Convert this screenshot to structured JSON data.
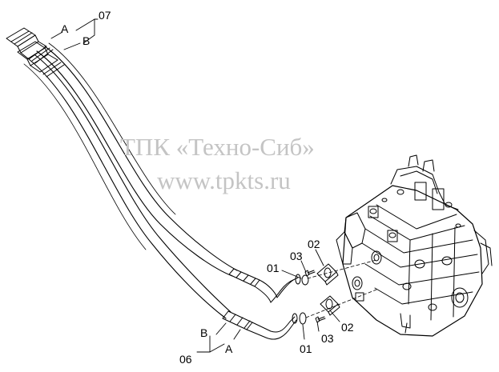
{
  "watermark": {
    "line1": "ТПК «Техно-Сиб»",
    "line2": "www.tpkts.ru"
  },
  "labels": {
    "hose_upper_a": "A",
    "hose_upper_b": "B",
    "hose_upper_group": "07",
    "hose_lower_b": "B",
    "hose_lower_a": "A",
    "hose_lower_group": "06",
    "flange_upper_oring": "01",
    "flange_upper_bolt": "03",
    "flange_upper_flange": "02",
    "flange_lower_oring": "01",
    "flange_lower_bolt": "03",
    "flange_lower_flange": "02"
  }
}
